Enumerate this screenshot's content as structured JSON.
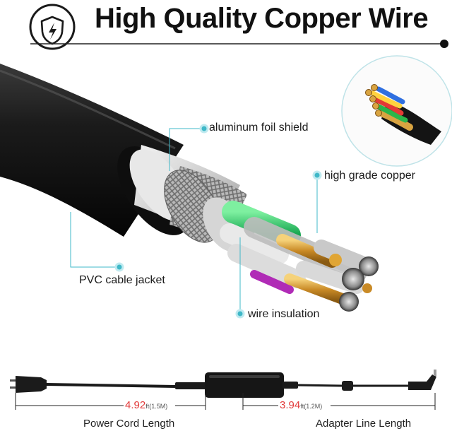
{
  "header": {
    "title": "High Quality Copper Wire",
    "badge_icon": "lightning-bolt-shield-icon"
  },
  "callouts": {
    "foil": "aluminum foil shield",
    "copper": "high grade copper",
    "jacket": "PVC cable jacket",
    "insulation": "wire insulation"
  },
  "dimensions": {
    "power_cord": {
      "value": "4.92",
      "unit": "ft",
      "metric": "(1.5M)",
      "caption": "Power Cord Length"
    },
    "adapter_line": {
      "value": "3.94",
      "unit": "ft",
      "metric": "(1.2M)",
      "caption": "Adapter  Line  Length"
    }
  },
  "colors": {
    "accent": "#3fb8c8",
    "dimension": "#e23b3b",
    "jacket": "#141414",
    "copper": "#d9a441"
  }
}
